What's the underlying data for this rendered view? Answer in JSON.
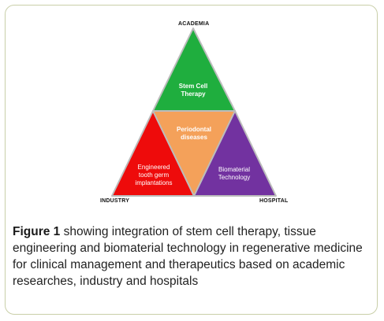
{
  "diagram": {
    "corners": {
      "top": "ACADEMIA",
      "left": "INDUSTRY",
      "right": "HOSPITAL"
    },
    "sections": {
      "top": {
        "label": "Stem Cell\nTherapy",
        "color": "#1fae3e"
      },
      "center": {
        "label": "Periodontal\ndiseases",
        "color": "#f4a15a"
      },
      "left": {
        "label": "Engineered\ntooth germ\nimplantations",
        "color": "#ee0b0b"
      },
      "right": {
        "label": "Biomaterial\nTechnology",
        "color": "#7232a0"
      }
    },
    "outline_color": "#bcbcbc"
  },
  "caption": {
    "label": "Figure 1",
    "text": " showing integration of stem cell therapy, tissue engineering and biomaterial technology in regenerative medicine for clinical management and therapeutics based on academic researches, industry and hospitals"
  }
}
